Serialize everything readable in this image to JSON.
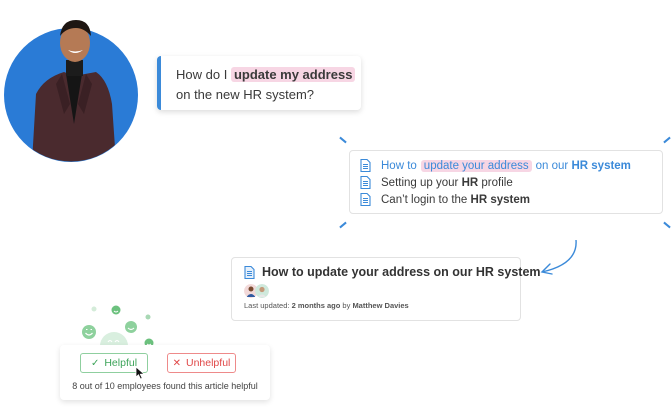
{
  "user": {
    "avatar": "person-avatar",
    "avatar_bg": "#2a7bd6"
  },
  "question": {
    "prefix": "How do I",
    "highlight": "update my address",
    "line2": "on the new HR system?"
  },
  "search_results": [
    {
      "icon": "document-icon",
      "pre": "How to",
      "highlight": "update your address",
      "mid": "on our",
      "bold": "HR system",
      "post": "",
      "active": true
    },
    {
      "icon": "document-icon",
      "pre": "Setting up your",
      "highlight": "",
      "mid": "",
      "bold": "HR",
      "post": "profile",
      "active": false
    },
    {
      "icon": "document-icon",
      "pre": "Can’t login to the",
      "highlight": "",
      "mid": "",
      "bold": "HR system",
      "post": "",
      "active": false
    }
  ],
  "article": {
    "icon": "document-icon",
    "title": "How to update your address on our HR system",
    "last_updated_label": "Last updated:",
    "last_updated_value": "2 months ago",
    "by_label": "by",
    "author": "Matthew Davies"
  },
  "feedback": {
    "helpful_label": "Helpful",
    "unhelpful_label": "Unhelpful",
    "helpful_icon": "✓",
    "unhelpful_icon": "✕",
    "stat": "8 out of 10 employees found this article helpful"
  },
  "colors": {
    "accent": "#3b8ad9",
    "highlight": "#f7d6e4",
    "helpful": "#3da45a",
    "unhelpful": "#e04848"
  }
}
